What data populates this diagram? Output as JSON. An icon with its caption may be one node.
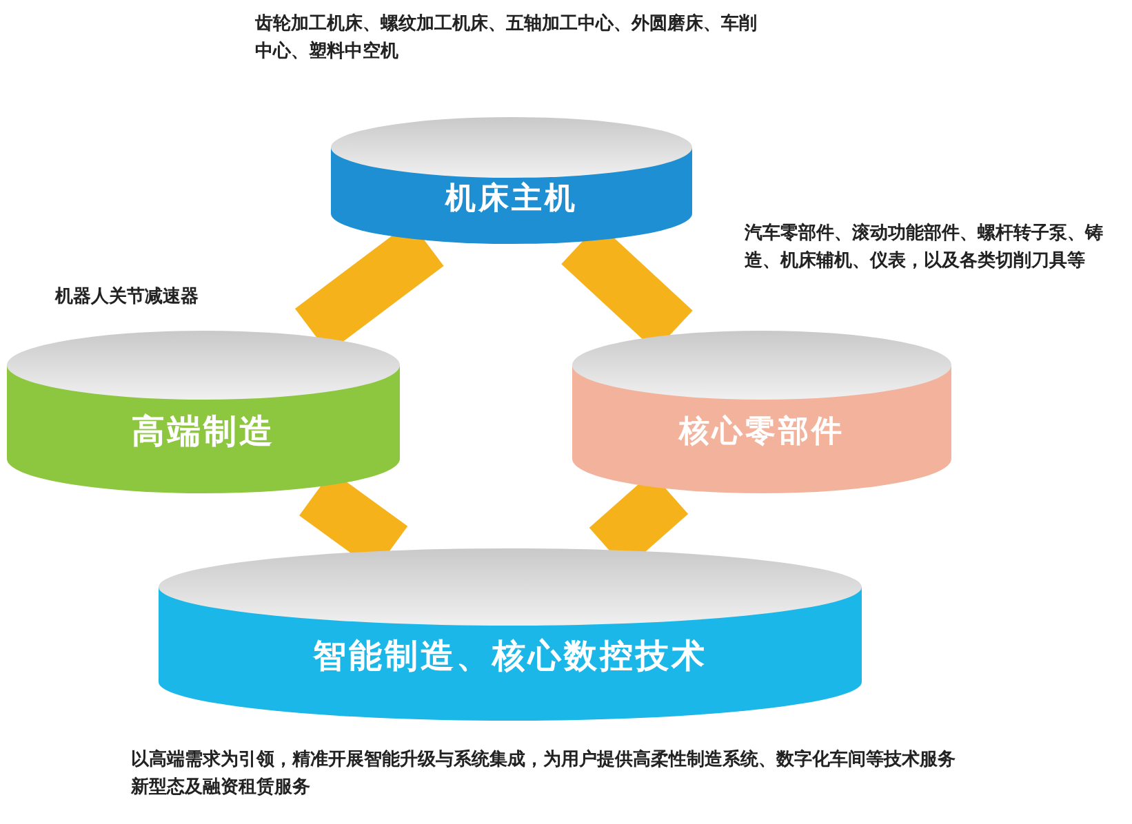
{
  "diagram": {
    "nodes": [
      {
        "text": [
          "机床主机"
        ],
        "beside": [
          "齿轮加工机床、螺纹加工机床、五轴加工中心、外圆磨床、车削中心、塑料中空机"
        ]
      },
      {
        "text": [
          "高端制造"
        ],
        "beside": [
          "机器人关节减速器"
        ]
      },
      {
        "text": [
          "核心零部件"
        ],
        "beside": [
          "汽车零部件、滚动功能部件、螺杆转子泵、铸造、机床辅机、仪表，以及各类切削刀具等"
        ]
      },
      {
        "text": [
          "智能制造、核心数控技术"
        ],
        "beside": [
          "以高端需求为引领，精准开展智能升级与系统集成，为用户提供高柔性制造系统、数字化车间等技术服务新型态及融资租赁服务"
        ]
      }
    ],
    "edges": [
      {
        "from": 0,
        "to": 1,
        "arrow": "none"
      },
      {
        "from": 0,
        "to": 2,
        "arrow": "none"
      },
      {
        "from": 1,
        "to": 3,
        "arrow": "none"
      },
      {
        "from": 2,
        "to": 3,
        "arrow": "none"
      }
    ]
  }
}
